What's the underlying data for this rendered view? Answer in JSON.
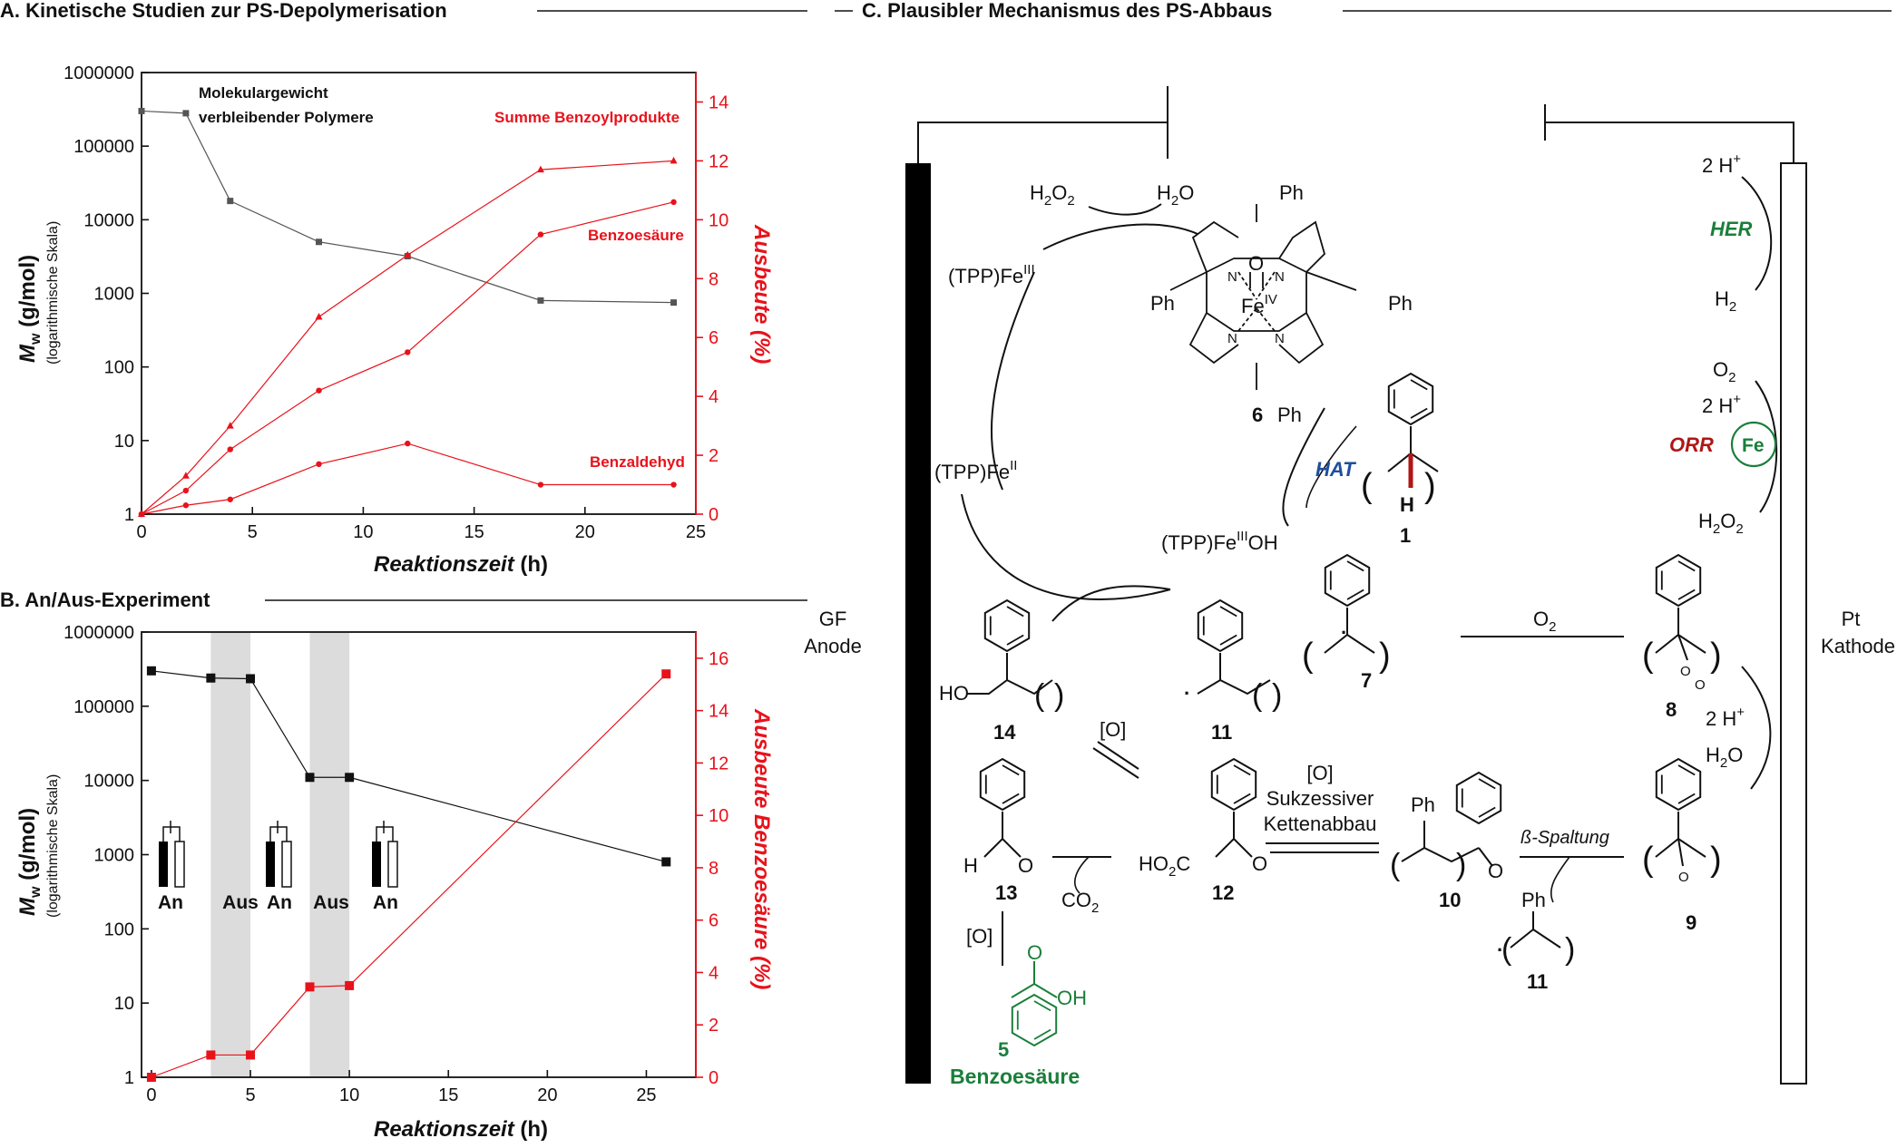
{
  "panelA": {
    "title": "A. Kinetische Studien zur PS-Depolymerisation",
    "xlabel": "Reaktionszeit",
    "xlabel_unit": " (h)",
    "ylabel_main": "M",
    "ylabel_sub": "w",
    "ylabel_unit": " (g/mol)",
    "ylabel_note": "(logarithmische Skala)",
    "y2label": "Ausbeute (%)",
    "annot_mw_line1": "Molekulargewicht",
    "annot_mw_line2": "verbleibender Polymere",
    "annot_sum": "Summe Benzoylprodukte",
    "annot_acid": "Benzoesäure",
    "annot_ald": "Benzaldehyd"
  },
  "panelB": {
    "title": "B. An/Aus-Experiment",
    "xlabel": "Reaktionszeit",
    "xlabel_unit": " (h)",
    "ylabel_main": "M",
    "ylabel_sub": "w",
    "ylabel_unit": " (g/mol)",
    "ylabel_note": "(logarithmische Skala)",
    "y2label": "Ausbeute Benzoesäure (%)",
    "phase_labels": [
      "An",
      "Aus",
      "An",
      "Aus",
      "An"
    ]
  },
  "panelC": {
    "title": "C. Plausibler Mechanismus des PS-Abbaus",
    "anode_line1": "GF",
    "anode_line2": "Anode",
    "cathode_line1": "Pt",
    "cathode_line2": "Kathode",
    "ph": "Ph",
    "fe3": "(TPP)Fe",
    "fe3_sup": "III",
    "fe2": "(TPP)Fe",
    "fe2_sup": "II",
    "fe3oh": "(TPP)Fe",
    "fe3oh_sup": "III",
    "fe3oh_tail": "OH",
    "h2o2": "H",
    "h2o": "H",
    "hat": "HAT",
    "her": "HER",
    "orr": "ORR",
    "fe": "Fe",
    "fe_iv": "Fe",
    "fe_iv_sup": "IV",
    "n": "N",
    "o": "O",
    "h": "H",
    "ho": "HO",
    "ho2c": "HO",
    "oh": "OH",
    "two_h": "2 H",
    "two_h_sup": "+",
    "h2": "H",
    "o2": "O",
    "co2": "CO",
    "ox": "[O]",
    "chain_line1": "[O]",
    "chain_line2": "Sukzessiver",
    "chain_line3": "Kettenabbau",
    "beta": "ß-Spaltung",
    "benzoic": "Benzoesäure",
    "sub2": "2",
    "labels": [
      "6",
      "1",
      "7",
      "8",
      "9",
      "10",
      "11",
      "11",
      "12",
      "13",
      "14",
      "5"
    ]
  },
  "chart_data": [
    {
      "type": "line",
      "title": "A. Kinetische Studien zur PS-Depolymerisation",
      "xlabel": "Reaktionszeit (h)",
      "ylabel": "Mw (g/mol) (logarithmische Skala)",
      "y2label": "Ausbeute (%)",
      "xlim": [
        0,
        25
      ],
      "ylim": [
        1,
        1000000
      ],
      "yscale": "log",
      "y2lim": [
        0,
        15
      ],
      "xticks": [
        0,
        5,
        10,
        15,
        20,
        25
      ],
      "yticks": [
        1,
        10,
        100,
        1000,
        10000,
        100000,
        1000000
      ],
      "y2ticks": [
        0,
        2,
        4,
        6,
        8,
        10,
        12,
        14
      ],
      "grid": false,
      "series": [
        {
          "name": "Molekulargewicht verbleibender Polymere",
          "axis": "left",
          "color": "#555555",
          "marker": "square",
          "x": [
            0,
            2,
            4,
            8,
            12,
            18,
            24
          ],
          "y": [
            300000,
            280000,
            18000,
            5000,
            3200,
            800,
            750
          ]
        },
        {
          "name": "Summe Benzoylprodukte",
          "axis": "right",
          "color": "#e8121b",
          "marker": "triangle",
          "x": [
            0,
            2,
            4,
            8,
            12,
            18,
            24
          ],
          "y": [
            0,
            1.3,
            3.0,
            6.7,
            8.8,
            11.7,
            12.0
          ]
        },
        {
          "name": "Benzoesäure",
          "axis": "right",
          "color": "#e8121b",
          "marker": "circle",
          "x": [
            0,
            2,
            4,
            8,
            12,
            18,
            24
          ],
          "y": [
            0,
            0.8,
            2.2,
            4.2,
            5.5,
            9.5,
            10.6
          ]
        },
        {
          "name": "Benzaldehyd",
          "axis": "right",
          "color": "#e8121b",
          "marker": "circle",
          "x": [
            0,
            2,
            4,
            8,
            12,
            18,
            24
          ],
          "y": [
            0,
            0.3,
            0.5,
            1.7,
            2.4,
            1.0,
            1.0
          ]
        }
      ]
    },
    {
      "type": "line",
      "title": "B. An/Aus-Experiment",
      "xlabel": "Reaktionszeit (h)",
      "ylabel": "Mw (g/mol) (logarithmische Skala)",
      "y2label": "Ausbeute Benzoesäure (%)",
      "xlim": [
        -0.5,
        27.5
      ],
      "ylim": [
        1,
        1000000
      ],
      "yscale": "log",
      "y2lim": [
        0,
        17
      ],
      "xticks": [
        0,
        5,
        10,
        15,
        20,
        25
      ],
      "yticks": [
        1,
        10,
        100,
        1000,
        10000,
        100000,
        1000000
      ],
      "y2ticks": [
        0,
        2,
        4,
        6,
        8,
        10,
        12,
        14,
        16
      ],
      "grid": false,
      "shaded_x": [
        [
          3,
          5
        ],
        [
          8,
          10
        ]
      ],
      "series": [
        {
          "axis": "left",
          "color": "#111111",
          "marker": "square",
          "x": [
            0,
            3,
            5,
            8,
            10,
            26
          ],
          "y": [
            300000,
            240000,
            235000,
            11000,
            11000,
            800
          ]
        },
        {
          "axis": "right",
          "color": "#e8121b",
          "marker": "square",
          "x": [
            0,
            3,
            5,
            8,
            10,
            26
          ],
          "y": [
            0,
            0.85,
            0.85,
            3.45,
            3.5,
            15.4
          ]
        }
      ]
    }
  ]
}
